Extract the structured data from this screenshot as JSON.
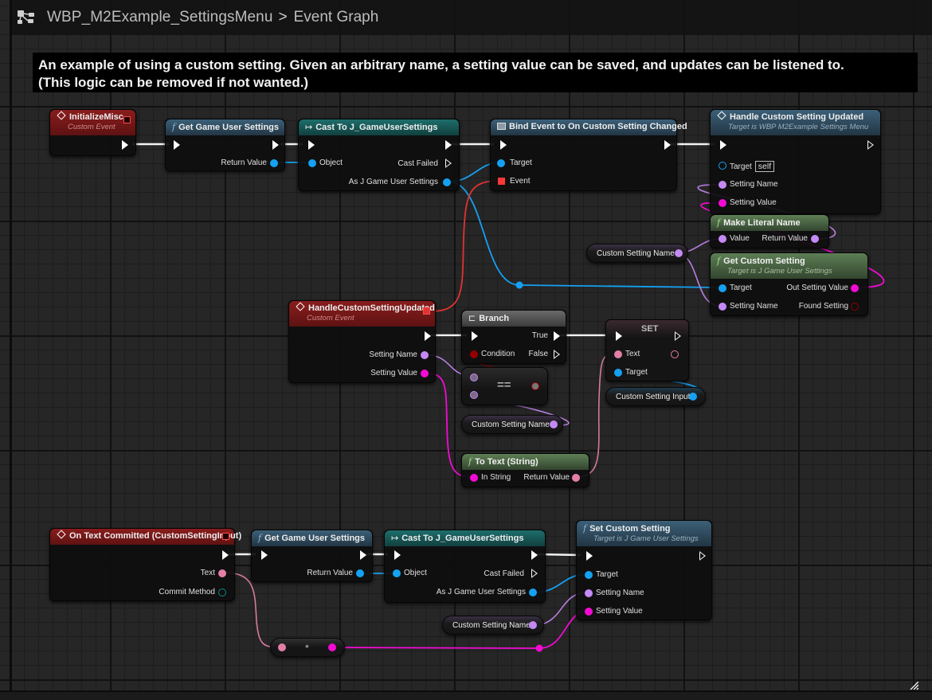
{
  "header": {
    "blueprint_name": "WBP_M2Example_SettingsMenu",
    "separator": ">",
    "graph_name": "Event Graph",
    "icon": "graph-icon"
  },
  "comment": {
    "line1": "An example of using a custom setting. Given an arbitrary name, a setting value can be saved, and updates can be listened to.",
    "line2": "(This logic can be removed if not wanted.)"
  },
  "colors": {
    "exec": "#ffffff",
    "object": "#14a1f2",
    "name": "#c589f5",
    "string": "#f20bd4",
    "text": "#e37fa7",
    "bool": "#940000",
    "delegate": "#ff3838",
    "enum": "#0a6d6a"
  },
  "nodes": {
    "initialize_misc": {
      "title": "InitializeMisc",
      "subtitle": "Custom Event"
    },
    "get_game_user_settings_1": {
      "title": "Get Game User Settings",
      "return_value": "Return Value"
    },
    "cast_1": {
      "title": "Cast To J_GameUserSettings",
      "object": "Object",
      "cast_failed": "Cast Failed",
      "as_output": "As J Game User Settings"
    },
    "bind_event": {
      "title": "Bind Event to On Custom Setting Changed",
      "target": "Target",
      "event": "Event"
    },
    "handle_custom_setting_updated_call": {
      "title": "Handle Custom Setting Updated",
      "subtitle": "Target is WBP M2Example Settings Menu",
      "target": "Target",
      "target_value": "self",
      "setting_name": "Setting Name",
      "setting_value": "Setting Value"
    },
    "make_literal_name": {
      "title": "Make Literal Name",
      "value": "Value",
      "return_value": "Return Value"
    },
    "custom_setting_name_var_1": {
      "label": "Custom Setting Name"
    },
    "get_custom_setting": {
      "title": "Get Custom Setting",
      "subtitle": "Target is J Game User Settings",
      "target": "Target",
      "setting_name": "Setting Name",
      "out_setting_value": "Out Setting Value",
      "found_setting": "Found Setting"
    },
    "handle_custom_setting_updated_event": {
      "title": "HandleCustomSettingUpdated",
      "subtitle": "Custom Event",
      "setting_name": "Setting Name",
      "setting_value": "Setting Value"
    },
    "branch": {
      "title": "Branch",
      "condition": "Condition",
      "true_label": "True",
      "false_label": "False"
    },
    "equals": {
      "label": "=="
    },
    "custom_setting_name_var_2": {
      "label": "Custom Setting Name"
    },
    "set_node": {
      "title": "SET",
      "text": "Text",
      "target": "Target"
    },
    "custom_setting_input_var": {
      "label": "Custom Setting Input"
    },
    "to_text": {
      "title": "To Text (String)",
      "in_string": "In String",
      "return_value": "Return Value"
    },
    "on_text_committed": {
      "title": "On Text Committed (CustomSettingInput)",
      "text": "Text",
      "commit_method": "Commit Method"
    },
    "get_game_user_settings_2": {
      "title": "Get Game User Settings",
      "return_value": "Return Value"
    },
    "cast_2": {
      "title": "Cast To J_GameUserSettings",
      "object": "Object",
      "cast_failed": "Cast Failed",
      "as_output": "As J Game User Settings"
    },
    "set_custom_setting": {
      "title": "Set Custom Setting",
      "subtitle": "Target is J Game User Settings",
      "target": "Target",
      "setting_name": "Setting Name",
      "setting_value": "Setting Value"
    },
    "custom_setting_name_var_3": {
      "label": "Custom Setting Name"
    },
    "conversion_node": {
      "label": "•"
    }
  }
}
